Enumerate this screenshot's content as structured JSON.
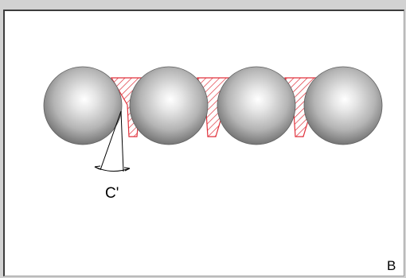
{
  "figure": {
    "angle_label": "C'",
    "corner_label": "B",
    "ball_count": 4,
    "colors": {
      "cage": "#e0323c",
      "ball_light": "#ffffff",
      "ball_mid": "#b4b4b4",
      "ball_dark": "#6e6e6e",
      "frame": "#d2d2d2",
      "panel": "#ffffff"
    }
  }
}
